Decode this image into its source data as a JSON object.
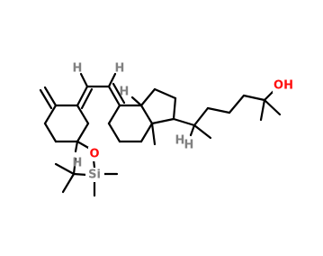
{
  "labels": {
    "oh": "OH",
    "o": "O",
    "si": "Si",
    "h": "H"
  },
  "colors": {
    "bond": "#000000",
    "oxygen": "#ff0d0d",
    "silicon": "#808080",
    "hydrogen": "#808080"
  }
}
